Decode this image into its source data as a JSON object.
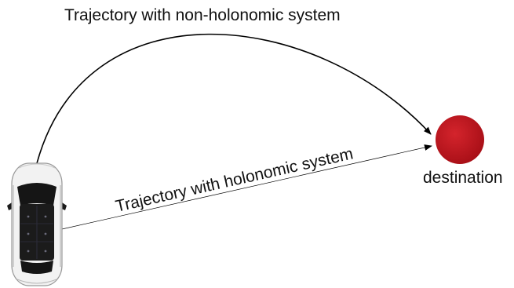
{
  "labels": {
    "non_holonomic": "Trajectory with non-holonomic system",
    "holonomic": "Trajectory with holonomic system",
    "destination": "destination"
  },
  "colors": {
    "destination_marker": "#c0141e",
    "trajectory_line": "#000000",
    "car_body": "#f2f2f2",
    "car_glass": "#151515"
  },
  "icons": {
    "vehicle": "car-top-view-icon",
    "destination": "destination-marker-icon"
  }
}
